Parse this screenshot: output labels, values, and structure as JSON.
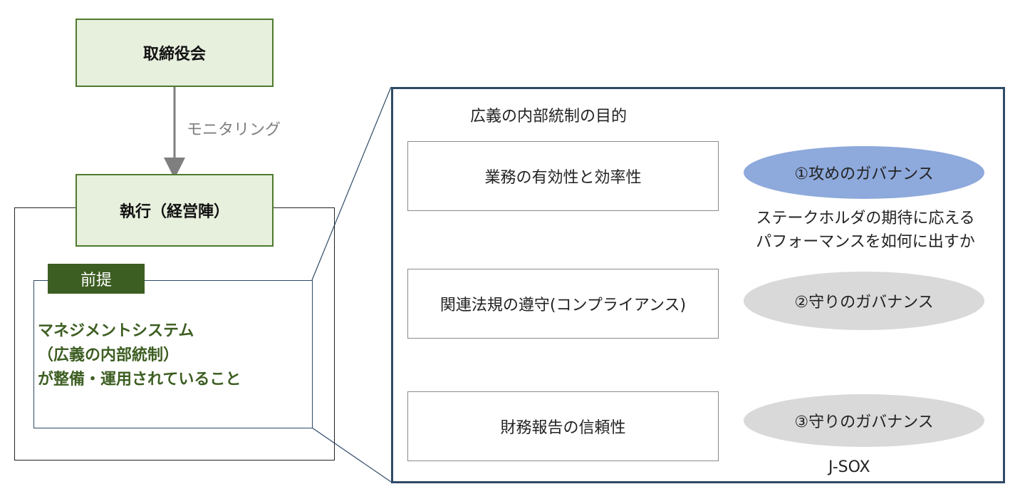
{
  "board": {
    "label": "取締役会"
  },
  "monitoring": {
    "label": "モニタリング"
  },
  "execution": {
    "label": "執行（経営陣）"
  },
  "premise": {
    "tag": "前提",
    "lines": [
      "マネジメントシステム",
      "（広義の内部統制）",
      "が整備・運用されていること"
    ]
  },
  "purpose": {
    "title": "広義の内部統制の目的",
    "objectives": [
      "業務の有効性と効率性",
      "関連法規の遵守(コンプライアンス)",
      "財務報告の信頼性"
    ],
    "governance": [
      "①攻めのガバナンス",
      "②守りのガバナンス",
      "③守りのガバナンス"
    ],
    "attack_note": [
      "ステークホルダの期待に応える",
      "パフォーマンスを如何に出すか"
    ],
    "jsox": "J-SOX"
  },
  "colors": {
    "green_fill": "#e7efdd",
    "green_border": "#4e7a2e",
    "tag_fill": "#3d5e22",
    "premise_text": "#3d5e22",
    "navy": "#2e4a66",
    "attack_ellipse": "#8ea9db",
    "defense_ellipse": "#d9d9d9",
    "arrow": "#7f7f7f"
  }
}
